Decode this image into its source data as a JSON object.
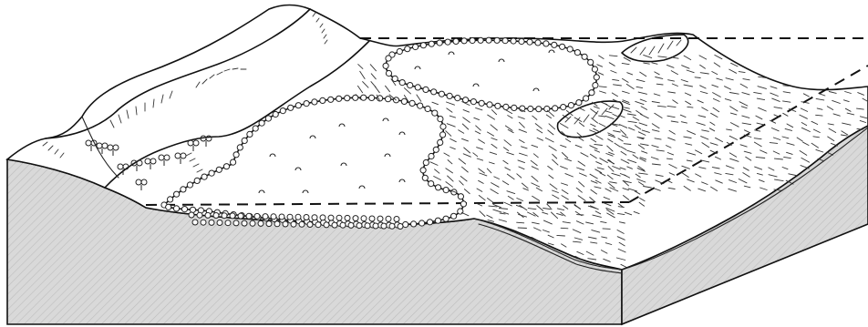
{
  "figure": {
    "type": "block-diagram",
    "colors": {
      "background": "#ffffff",
      "line": "#111111",
      "block_side_fill": "#d9d9d9",
      "block_side_hatch": "#b8b8b8",
      "surface_fill": "#ffffff"
    },
    "patterns": [
      "pebble-border-circles",
      "arc-symbols",
      "flow-dashes",
      "tree-symbols",
      "slope-hachures",
      "dashed-reference-plane"
    ]
  }
}
